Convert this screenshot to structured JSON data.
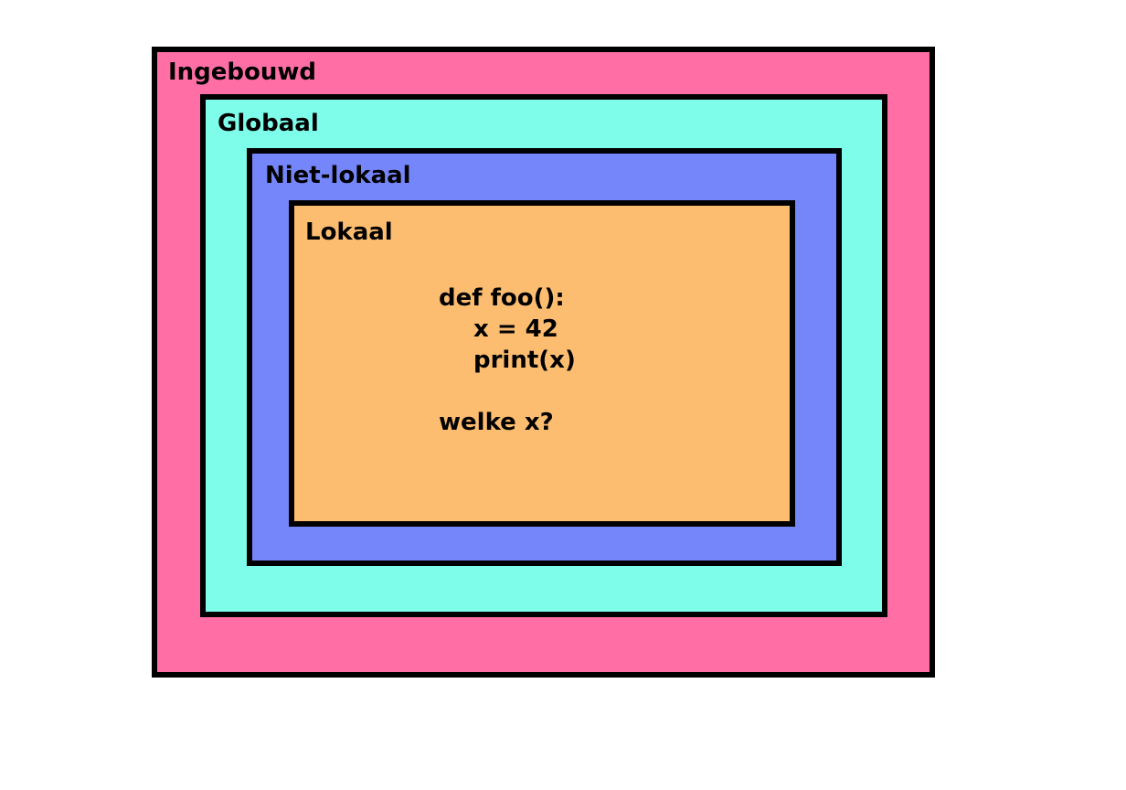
{
  "colors": {
    "builtin": "#ff6fa6",
    "global": "#7dfdea",
    "nonlocal": "#7586fb",
    "local": "#fdbd70",
    "border": "#000000"
  },
  "scopes": [
    {
      "label": "Ingebouwd"
    },
    {
      "label": "Globaal"
    },
    {
      "label": "Niet-lokaal"
    },
    {
      "label": "Lokaal"
    }
  ],
  "code": {
    "lines": [
      "def foo():",
      "x = 42",
      "print(x)"
    ],
    "question": "welke x?"
  }
}
